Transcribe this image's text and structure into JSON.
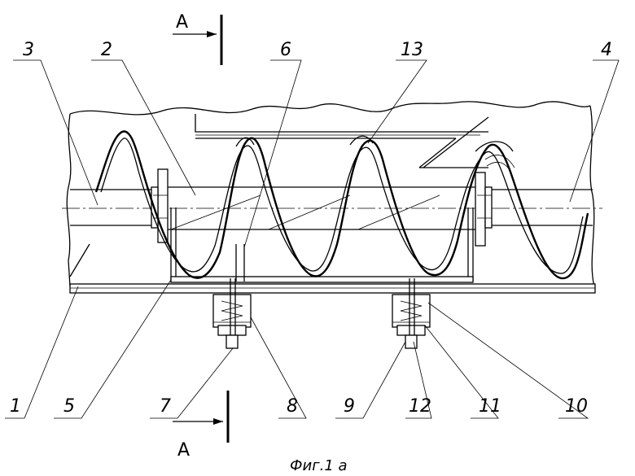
{
  "figure": {
    "caption": "Фиг.1 а",
    "section_label_top": "А",
    "section_label_bottom": "А"
  },
  "callouts": [
    "1",
    "2",
    "3",
    "4",
    "5",
    "6",
    "7",
    "8",
    "9",
    "10",
    "11",
    "12",
    "13"
  ]
}
